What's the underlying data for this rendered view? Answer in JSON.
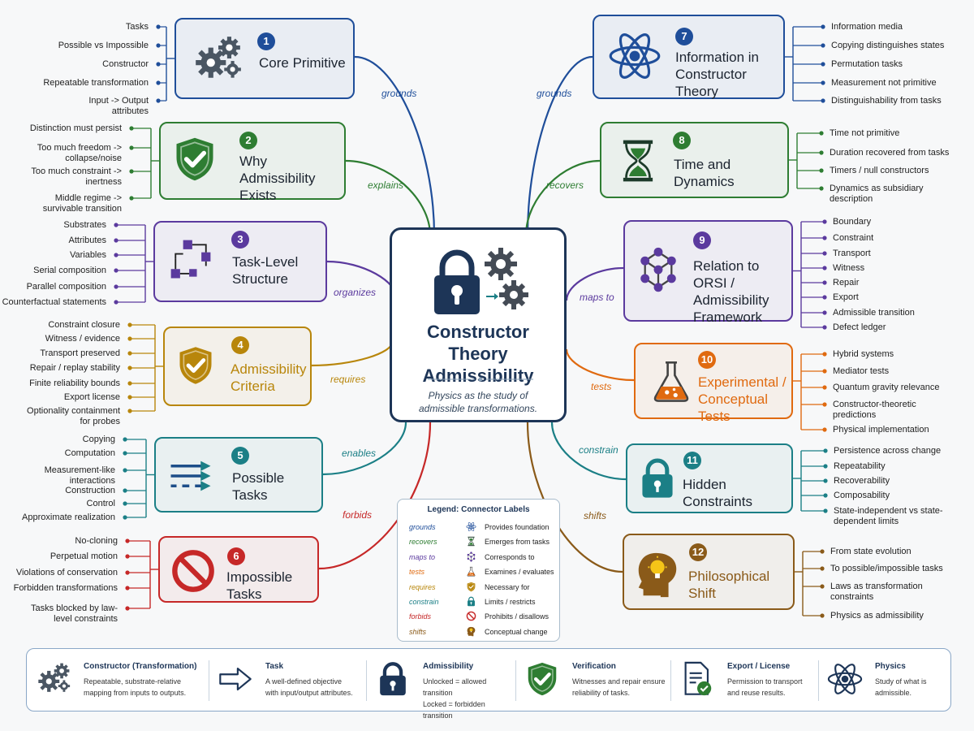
{
  "center": {
    "title_line1": "Constructor",
    "title_line2": "Theory Admissibility",
    "subtitle_line1": "Physics as the study of",
    "subtitle_line2": "admissible transformations."
  },
  "nodes": [
    {
      "num": "1",
      "title": [
        "Core Primitive"
      ],
      "color": "#1f4e9a",
      "edge": "grounds",
      "leaves": [
        "Tasks",
        "Possible vs Impossible",
        "Constructor",
        "Repeatable transformation",
        "Input -> Output attributes"
      ]
    },
    {
      "num": "2",
      "title": [
        "Why Admissibility",
        "Exists"
      ],
      "color": "#2e7d32",
      "edge": "explains",
      "leaves": [
        "Distinction must persist",
        "Too much freedom -> collapse/noise",
        "Too much constraint -> inertness",
        "Middle regime -> survivable transition"
      ]
    },
    {
      "num": "3",
      "title": [
        "Task-Level",
        "Structure"
      ],
      "color": "#5b3a9e",
      "edge": "organizes",
      "leaves": [
        "Substrates",
        "Attributes",
        "Variables",
        "Serial composition",
        "Parallel composition",
        "Counterfactual statements"
      ]
    },
    {
      "num": "4",
      "title": [
        "Admissibility",
        "Criteria"
      ],
      "color": "#b8860b",
      "edge": "requires",
      "leaves": [
        "Constraint closure",
        "Witness / evidence",
        "Transport preserved",
        "Repair / replay stability",
        "Finite reliability bounds",
        "Export license",
        "Optionality containment for probes"
      ]
    },
    {
      "num": "5",
      "title": [
        "Possible Tasks"
      ],
      "color": "#1b7f86",
      "edge": "enables",
      "leaves": [
        "Copying",
        "Computation",
        "Measurement-like interactions",
        "Construction",
        "Control",
        "Approximate realization"
      ]
    },
    {
      "num": "6",
      "title": [
        "Impossible Tasks"
      ],
      "color": "#c62828",
      "edge": "forbids",
      "leaves": [
        "No-cloning",
        "Perpetual motion",
        "Violations of conservation",
        "Forbidden transformations",
        "Tasks blocked by law-level constraints"
      ]
    },
    {
      "num": "7",
      "title": [
        "Information in",
        "Constructor Theory"
      ],
      "color": "#1f4e9a",
      "edge": "grounds",
      "leaves": [
        "Information media",
        "Copying distinguishes states",
        "Permutation tasks",
        "Measurement not primitive",
        "Distinguishability from tasks"
      ]
    },
    {
      "num": "8",
      "title": [
        "Time and Dynamics"
      ],
      "color": "#2e7d32",
      "edge": "recovers",
      "leaves": [
        "Time not primitive",
        "Duration recovered from tasks",
        "Timers / null constructors",
        "Dynamics as subsidiary description"
      ]
    },
    {
      "num": "9",
      "title": [
        "Relation to ORSI /",
        "Admissibility",
        "Framework"
      ],
      "color": "#5b3a9e",
      "edge": "maps to",
      "leaves": [
        "Boundary",
        "Constraint",
        "Transport",
        "Witness",
        "Repair",
        "Export",
        "Admissible transition",
        "Defect ledger"
      ]
    },
    {
      "num": "10",
      "title": [
        "Experimental /",
        "Conceptual Tests"
      ],
      "color": "#e06a10",
      "edge": "tests",
      "leaves": [
        "Hybrid systems",
        "Mediator tests",
        "Quantum gravity relevance",
        "Constructor-theoretic predictions",
        "Physical implementation"
      ]
    },
    {
      "num": "11",
      "title": [
        "Hidden Constraints"
      ],
      "color": "#1b7f86",
      "edge": "constrain",
      "leaves": [
        "Persistence across change",
        "Repeatability",
        "Recoverability",
        "Composability",
        "State-independent vs state-dependent limits"
      ]
    },
    {
      "num": "12",
      "title": [
        "Philosophical Shift"
      ],
      "color": "#8a5a19",
      "edge": "shifts",
      "leaves": [
        "From state evolution",
        "To possible/impossible tasks",
        "Laws as transformation constraints",
        "Physics as admissibility"
      ]
    }
  ],
  "legend": {
    "title": "Legend: Connector Labels",
    "rows": [
      {
        "term": "grounds",
        "desc": "Provides foundation",
        "color": "#1f4e9a",
        "icon": "atom-icon"
      },
      {
        "term": "recovers",
        "desc": "Emerges from tasks",
        "color": "#2e7d32",
        "icon": "hourglass-icon"
      },
      {
        "term": "maps to",
        "desc": "Corresponds to",
        "color": "#5b3a9e",
        "icon": "network-icon"
      },
      {
        "term": "tests",
        "desc": "Examines / evaluates",
        "color": "#e06a10",
        "icon": "flask-icon"
      },
      {
        "term": "requires",
        "desc": "Necessary for",
        "color": "#b8860b",
        "icon": "shield-check-icon"
      },
      {
        "term": "constrain",
        "desc": "Limits / restricts",
        "color": "#1b7f86",
        "icon": "lock-icon"
      },
      {
        "term": "forbids",
        "desc": "Prohibits / disallows",
        "color": "#c62828",
        "icon": "prohibited-icon"
      },
      {
        "term": "shifts",
        "desc": "Conceptual change",
        "color": "#8a5a19",
        "icon": "head-bulb-icon"
      }
    ]
  },
  "glossary": [
    {
      "title": "Constructor (Transformation)",
      "desc": [
        "Repeatable, substrate-relative",
        "mapping from inputs to outputs."
      ],
      "icon": "gears-icon"
    },
    {
      "title": "Task",
      "desc": [
        "A well-defined objective",
        "with input/output attributes."
      ],
      "icon": "arrow-icon"
    },
    {
      "title": "Admissibility",
      "desc": [
        "Unlocked = allowed transition",
        "Locked = forbidden transition"
      ],
      "icon": "lock-icon"
    },
    {
      "title": "Verification",
      "desc": [
        "Witnesses and repair ensure",
        "reliability of tasks."
      ],
      "icon": "shield-check-icon"
    },
    {
      "title": "Export / License",
      "desc": [
        "Permission to transport",
        "and reuse results."
      ],
      "icon": "document-check-icon"
    },
    {
      "title": "Physics",
      "desc": [
        "Study of what is",
        "admissible."
      ],
      "icon": "atom-icon"
    }
  ]
}
